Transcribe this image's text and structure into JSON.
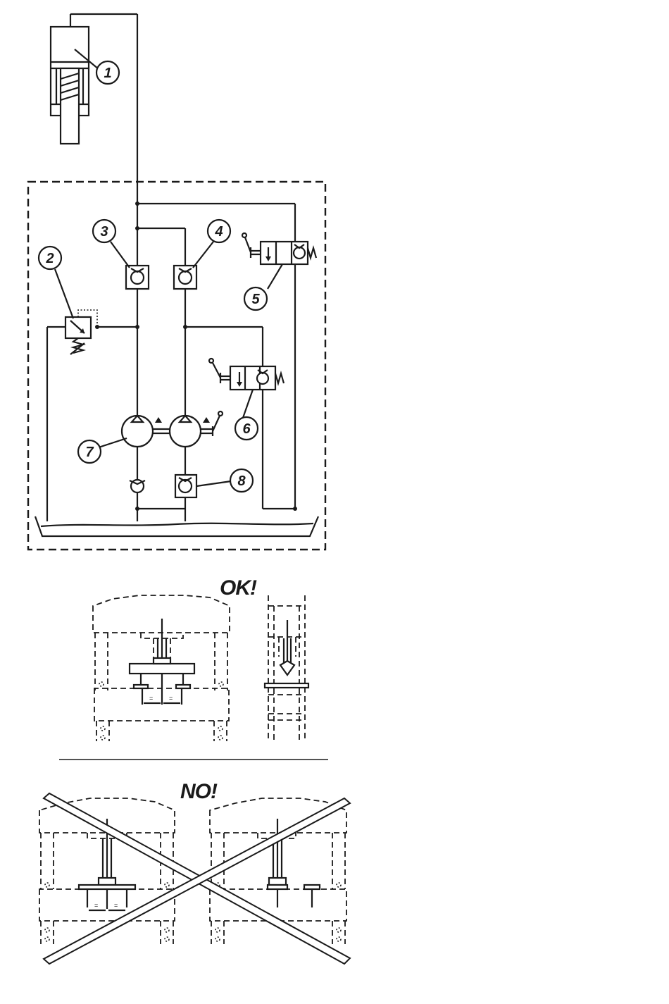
{
  "callouts": [
    {
      "id": "1",
      "label": "1"
    },
    {
      "id": "2",
      "label": "2"
    },
    {
      "id": "3",
      "label": "3"
    },
    {
      "id": "4",
      "label": "4"
    },
    {
      "id": "5",
      "label": "5"
    },
    {
      "id": "6",
      "label": "6"
    },
    {
      "id": "7",
      "label": "7"
    },
    {
      "id": "8",
      "label": "8"
    }
  ],
  "ok_label": "OK!",
  "no_label": "NO!",
  "equal_marks": [
    "=",
    "=",
    "=",
    "="
  ]
}
